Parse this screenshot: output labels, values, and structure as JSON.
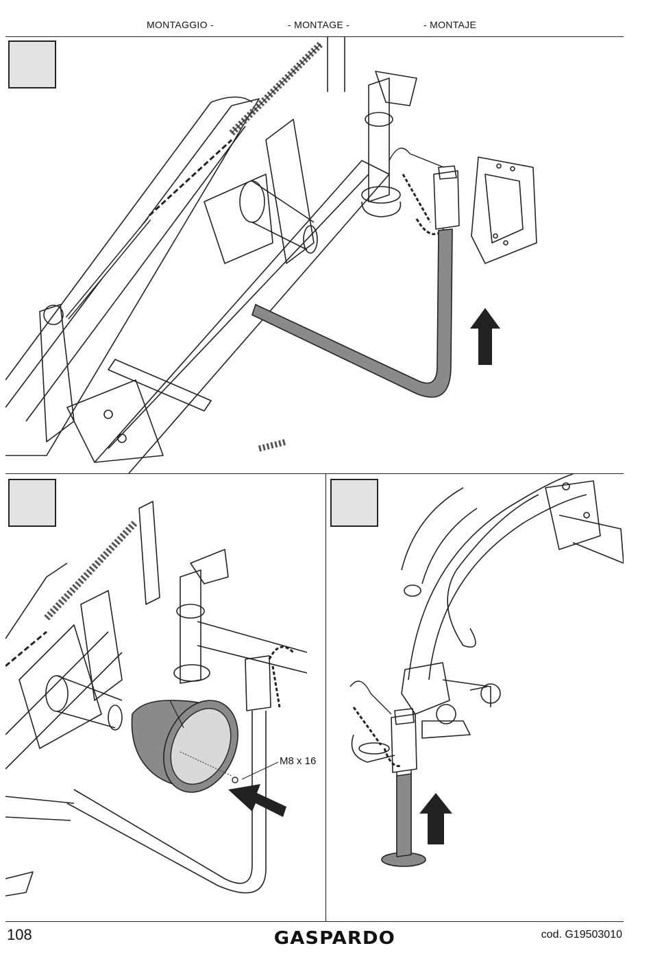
{
  "header": {
    "it": "MONTAGGIO  -",
    "fr": "-  MONTAGE  -",
    "es": "-  MONTAJE"
  },
  "figures": {
    "bolt_label": "M8 x 16"
  },
  "footer": {
    "page_number": "108",
    "brand": "GASPARDO",
    "code": "cod.  G19503010"
  },
  "colors": {
    "step_box": "#e3e3e3",
    "highlight_part": "#8a8a8a",
    "line": "#222222"
  }
}
